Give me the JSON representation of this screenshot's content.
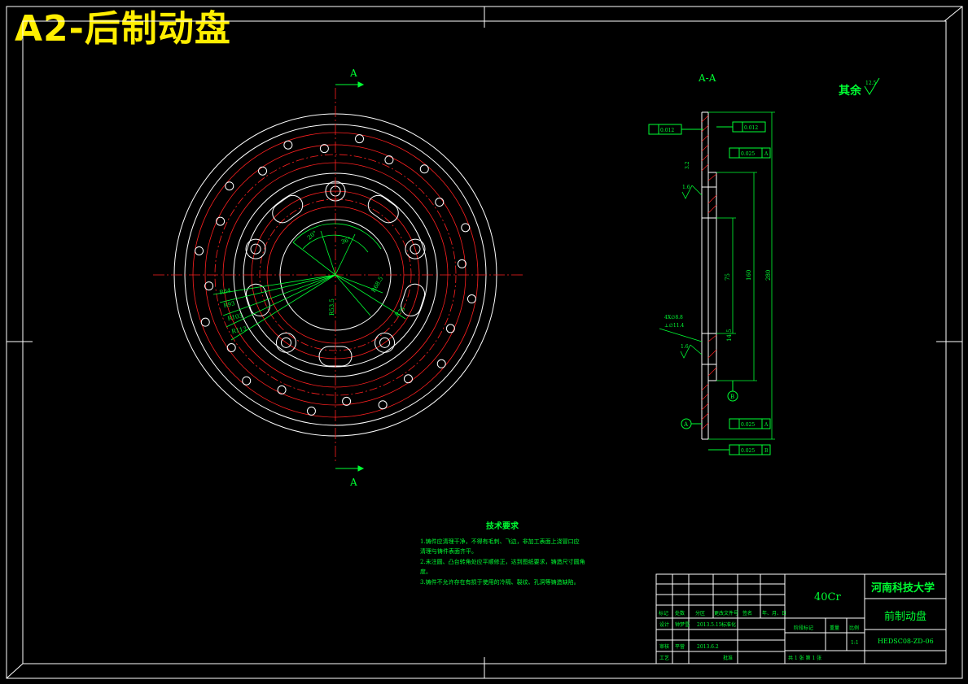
{
  "page_title": "A2-后制动盘",
  "section": {
    "label_top": "A",
    "label_bottom": "A",
    "view_title": "A-A"
  },
  "surface_note": {
    "text": "其余",
    "roughness": "12.5"
  },
  "tolerances": {
    "flatness_left": "0.012",
    "flatness_right": "0.012",
    "parallel_top": "0.025",
    "parallel_top_datum": "A",
    "parallel_bottom": "0.025",
    "parallel_bottom_datum": "A",
    "runout": "0.025",
    "runout_datum": "B",
    "datum_a": "A",
    "datum_b": "B"
  },
  "section_dims": {
    "roughness_a": "3.2",
    "roughness_b": "1.6",
    "roughness_c": "1.6",
    "hole_callout_1": "4X∅8.8",
    "hole_callout_2": "⊥∅11.4",
    "d1": "75",
    "d2": "160",
    "d3": "280",
    "t1": "14.5"
  },
  "tech_requirements": {
    "title": "技术要求",
    "items": [
      "1.铸件应清理干净，不得有毛刺、飞边，非加工表面上浇冒口应",
      "  清理与铸件表面齐平。",
      "2.未注圆、凸台转角处应平顺修正，达到图纸要求，铸造尺寸圆角",
      "  度。",
      "3.铸件不允许存在有损于使用的冷隔、裂纹、孔洞等铸造缺陷。"
    ]
  },
  "title_block": {
    "material": "40Cr",
    "university": "河南科技大学",
    "part_name": "前制动盘",
    "drawing_no": "HEDSC08-ZD-06",
    "header_cells": [
      "标记",
      "处数",
      "分区",
      "更改文件号",
      "签名",
      "年、月、日"
    ],
    "designer_label": "设计",
    "designer": "钟梦雪",
    "design_date": "2013.5.15",
    "standard_label": "标准化",
    "review_label": "审核",
    "reviewer": "平营",
    "review_date": "2013.6.2",
    "process_label": "工艺",
    "approve_label": "批准",
    "stage_label": "阶段标记",
    "weight_label": "重量",
    "scale_label": "比例",
    "scale": "1:1",
    "sheet_text": "共 1 张   第 1 张"
  }
}
